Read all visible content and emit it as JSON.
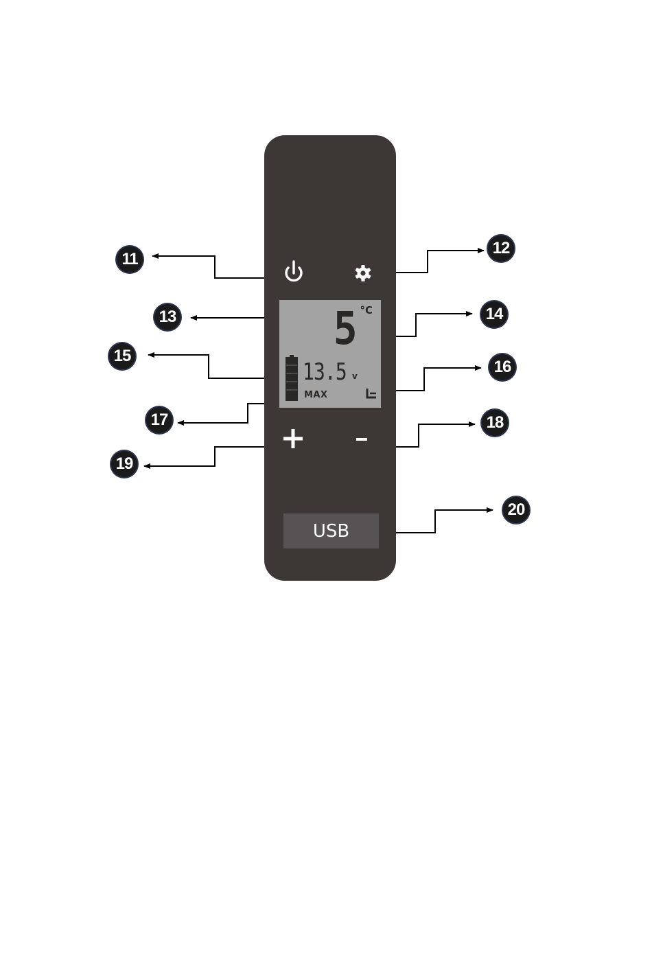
{
  "device": {
    "display": {
      "temperature": "5",
      "temperature_unit": "°C",
      "voltage": "13.5",
      "voltage_unit": "v",
      "mode_label": "MAX",
      "battery_level": 1.0
    },
    "usb_label": "USB",
    "icons": {
      "power": "power-icon",
      "settings": "gear-icon",
      "increase": "plus-icon",
      "decrease": "minus-icon",
      "battery": "battery-icon",
      "mode": "mode-indicator-icon"
    }
  },
  "callouts": [
    {
      "number": "11",
      "target": "power-button"
    },
    {
      "number": "12",
      "target": "settings-button"
    },
    {
      "number": "13",
      "target": "voltage-readout"
    },
    {
      "number": "14",
      "target": "temperature-readout"
    },
    {
      "number": "15",
      "target": "battery-indicator"
    },
    {
      "number": "16",
      "target": "mode-indicator"
    },
    {
      "number": "17",
      "target": "max-indicator"
    },
    {
      "number": "18",
      "target": "minus-button"
    },
    {
      "number": "19",
      "target": "plus-button"
    },
    {
      "number": "20",
      "target": "usb-port"
    }
  ],
  "colors": {
    "panel": "#3d3736",
    "lcd": "#a3a3a3",
    "lcd_text": "#2a2727",
    "usb": "#575253",
    "callout_fill": "#1a1a1a"
  }
}
